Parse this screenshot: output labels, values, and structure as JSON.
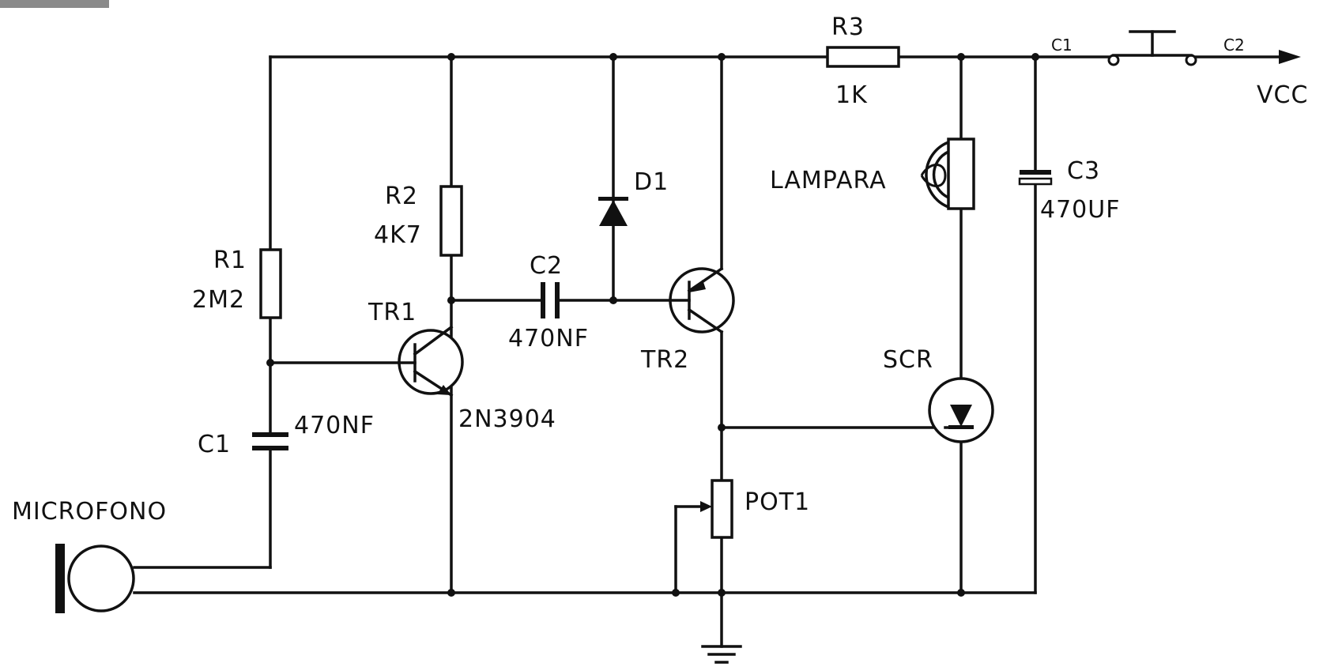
{
  "labels": {
    "r1_name": "R1",
    "r1_value": "2M2",
    "r2_name": "R2",
    "r2_value": "4K7",
    "r3_name": "R3",
    "r3_value": "1K",
    "c1_name": "C1",
    "c1_value": "470NF",
    "c2_name": "C2",
    "c2_value": "470NF",
    "c3_name": "C3",
    "c3_value": "470UF",
    "d1_name": "D1",
    "tr1_name": "TR1",
    "tr1_part": "2N3904",
    "tr2_name": "TR2",
    "scr_name": "SCR",
    "pot_name": "POT1",
    "lamp_name": "LAMPARA",
    "mic_name": "MICROFONO",
    "switch_in": "C1",
    "switch_out": "C2",
    "vcc": "VCC"
  }
}
